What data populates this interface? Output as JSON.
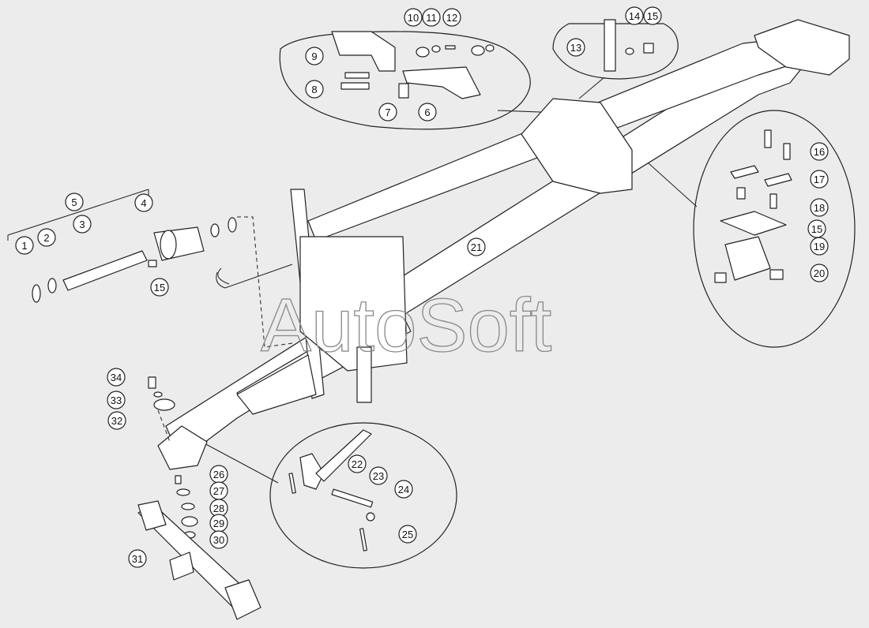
{
  "watermark": "AutoSoft",
  "callout_numbers": [
    "1",
    "2",
    "3",
    "4",
    "5",
    "6",
    "7",
    "8",
    "9",
    "10",
    "11",
    "12",
    "13",
    "14",
    "15",
    "15",
    "15",
    "16",
    "17",
    "18",
    "19",
    "20",
    "21",
    "22",
    "23",
    "24",
    "25",
    "26",
    "27",
    "28",
    "29",
    "30",
    "31",
    "32",
    "33",
    "34"
  ],
  "colors": {
    "background": "#ececec",
    "line": "#222222",
    "fill": "#ffffff"
  }
}
